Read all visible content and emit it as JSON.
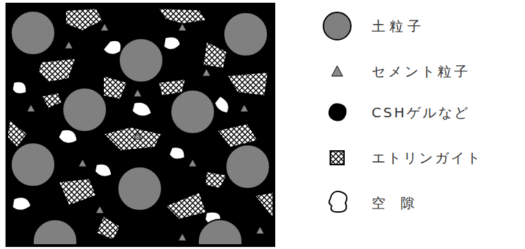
{
  "diagram": {
    "legend": [
      {
        "text": "土粒子"
      },
      {
        "text": "セメント粒子"
      },
      {
        "text": "CSHゲルなど"
      },
      {
        "text": "エトリンガイト"
      },
      {
        "text": "空隙"
      }
    ]
  }
}
